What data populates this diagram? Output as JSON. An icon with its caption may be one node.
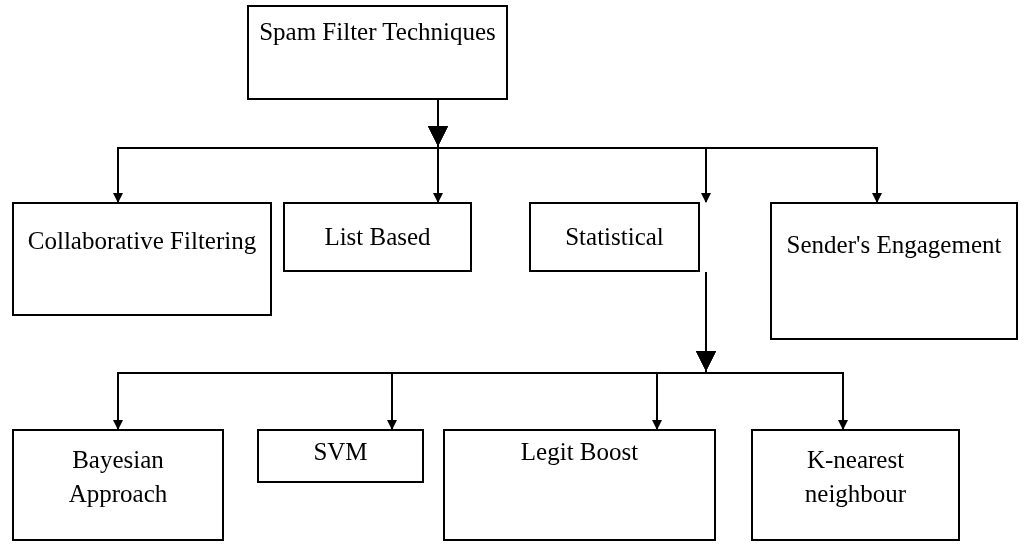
{
  "diagram": {
    "nodes": [
      {
        "text": [
          "Spam Filter Techniques"
        ]
      },
      {
        "text": [
          "Collaborative Filtering"
        ]
      },
      {
        "text": [
          "List Based"
        ]
      },
      {
        "text": [
          "Statistical"
        ]
      },
      {
        "text": [
          "Sender's Engagement"
        ]
      },
      {
        "text": [
          "Bayesian Approach"
        ]
      },
      {
        "text": [
          "SVM"
        ]
      },
      {
        "text": [
          "Legit Boost"
        ]
      },
      {
        "text": [
          "K-nearest neighbour"
        ]
      }
    ],
    "edges": [
      {
        "from": 0,
        "to": 1,
        "arrow": "to"
      },
      {
        "from": 0,
        "to": 2,
        "arrow": "to"
      },
      {
        "from": 0,
        "to": 3,
        "arrow": "to"
      },
      {
        "from": 0,
        "to": 4,
        "arrow": "to"
      },
      {
        "from": 3,
        "to": 5,
        "arrow": "to"
      },
      {
        "from": 3,
        "to": 6,
        "arrow": "to"
      },
      {
        "from": 3,
        "to": 7,
        "arrow": "to"
      },
      {
        "from": 3,
        "to": 8,
        "arrow": "to"
      }
    ]
  }
}
